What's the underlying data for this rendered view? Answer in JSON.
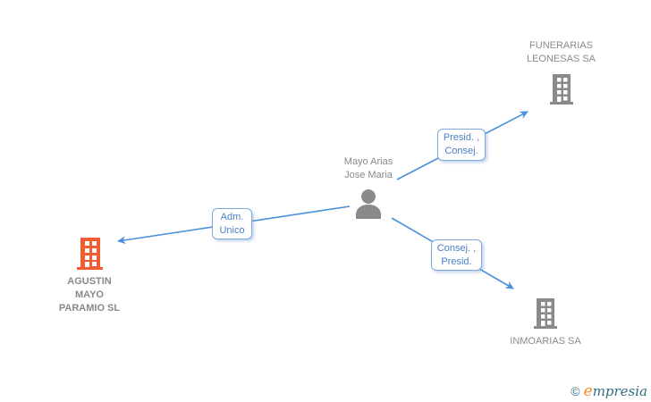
{
  "diagram": {
    "person": {
      "name_lines": [
        "Mayo Arias",
        "Jose Maria"
      ]
    },
    "companies": {
      "funerarias": {
        "name_lines": [
          "FUNERARIAS",
          "LEONESAS SA"
        ],
        "highlighted": false
      },
      "agustin": {
        "name_lines": [
          "AGUSTIN",
          "MAYO",
          "PARAMIO SL"
        ],
        "highlighted": true
      },
      "inmoarias": {
        "name_lines": [
          "INMOARIAS SA"
        ],
        "highlighted": false
      }
    },
    "edge_labels": {
      "to_funerarias": {
        "lines": [
          "Presid. ,",
          "Consej."
        ]
      },
      "to_agustin": {
        "lines": [
          "Adm.",
          "Unico"
        ]
      },
      "to_inmoarias": {
        "lines": [
          "Consej. ,",
          "Presid."
        ]
      }
    }
  },
  "footer": {
    "copyright_symbol": "©",
    "brand_first_letter": "e",
    "brand_rest": "mpresia"
  },
  "colors": {
    "edge_blue": "#4a90d9",
    "label_text_blue": "#4a7fc4",
    "label_border_blue": "#7ea9dc",
    "node_gray": "#8a8a8a",
    "highlight_orange": "#f25c33",
    "logo_teal": "#2e6f82",
    "logo_orange": "#f08a24"
  }
}
